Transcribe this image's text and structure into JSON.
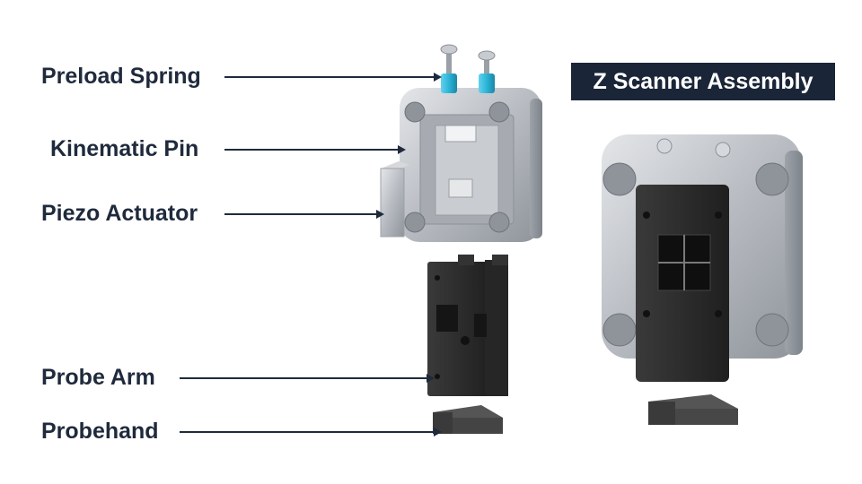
{
  "title": "Z Scanner Assembly",
  "labels": {
    "preload_spring": "Preload Spring",
    "kinematic_pin": "Kinematic Pin",
    "piezo_actuator": "Piezo Actuator",
    "probe_arm": "Probe Arm",
    "probehand": "Probehand"
  },
  "colors": {
    "label_text": "#1f2a3c",
    "title_background": "#1a2538",
    "title_text": "#ffffff",
    "spring_accent": "#2bb5d8",
    "housing": "#bfc3c8",
    "plastic": "#2b2b2b"
  }
}
